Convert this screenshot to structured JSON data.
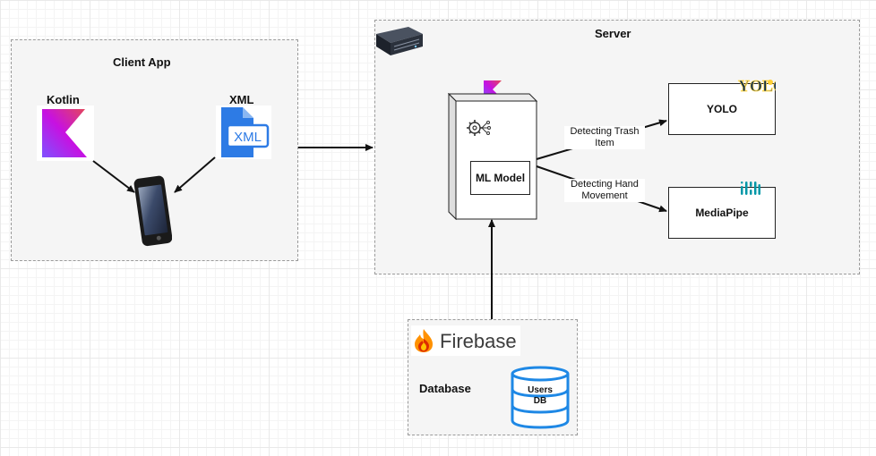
{
  "client": {
    "title": "Client App",
    "kotlin_label": "Kotlin",
    "xml_label": "XML",
    "xml_icon_text": "XML"
  },
  "server": {
    "title": "Server",
    "ml_model_label": "ML Model",
    "yolo_label": "YOLO",
    "yolo_logo_text": "YOLO",
    "mediapipe_label": "MediaPipe",
    "edge_trash": "Detecting Trash\nItem",
    "edge_hand": "Detecting Hand\nMovement"
  },
  "database": {
    "brand": "Firebase",
    "label": "Database",
    "db_line1": "Users",
    "db_line2": "DB"
  },
  "icons": [
    "kotlin-logo",
    "xml-file-icon",
    "phone-icon",
    "server-rack-icon",
    "ml-gear-icon",
    "yolo-logo",
    "mediapipe-logo",
    "firebase-flame-icon",
    "database-cylinder-icon"
  ],
  "colors": {
    "kotlin_gradient": [
      "#e44857",
      "#c711e1",
      "#7f52ff"
    ],
    "xml_blue": "#2d7be5",
    "firebase_orange": "#ff9100",
    "firebase_red": "#dd2c00",
    "db_blue": "#1e88e5",
    "mediapipe_teal": "#0097a7"
  }
}
